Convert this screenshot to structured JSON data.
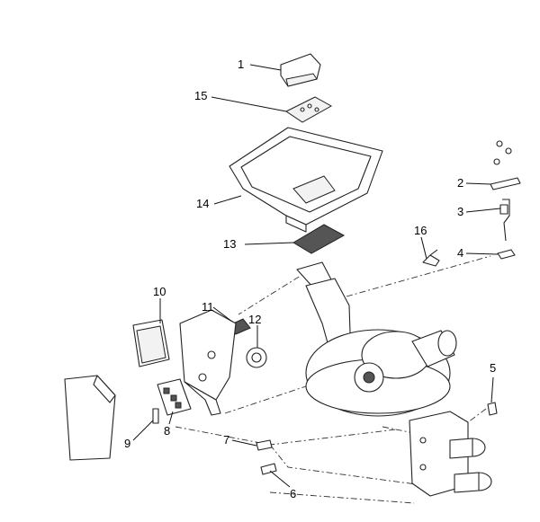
{
  "callouts": [
    {
      "id": "1",
      "label": "1"
    },
    {
      "id": "2",
      "label": "2"
    },
    {
      "id": "3",
      "label": "3"
    },
    {
      "id": "4",
      "label": "4"
    },
    {
      "id": "5",
      "label": "5"
    },
    {
      "id": "6",
      "label": "6"
    },
    {
      "id": "7",
      "label": "7"
    },
    {
      "id": "8",
      "label": "8"
    },
    {
      "id": "9",
      "label": "9"
    },
    {
      "id": "10",
      "label": "10"
    },
    {
      "id": "11",
      "label": "11"
    },
    {
      "id": "12",
      "label": "12"
    },
    {
      "id": "13",
      "label": "13"
    },
    {
      "id": "14",
      "label": "14"
    },
    {
      "id": "15",
      "label": "15"
    },
    {
      "id": "16",
      "label": "16"
    }
  ],
  "colors": {
    "line": "#222222",
    "fill": "#ffffff",
    "shade": "#555555"
  }
}
